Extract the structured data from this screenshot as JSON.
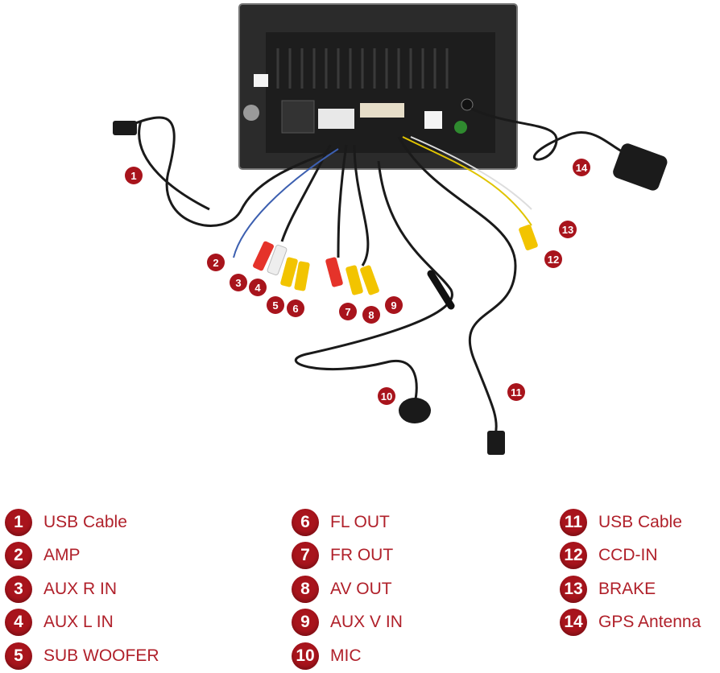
{
  "callouts": [
    {
      "num": "1"
    },
    {
      "num": "2"
    },
    {
      "num": "3"
    },
    {
      "num": "4"
    },
    {
      "num": "5"
    },
    {
      "num": "6"
    },
    {
      "num": "7"
    },
    {
      "num": "8"
    },
    {
      "num": "9"
    },
    {
      "num": "10"
    },
    {
      "num": "11"
    },
    {
      "num": "12"
    },
    {
      "num": "13"
    },
    {
      "num": "14"
    }
  ],
  "legend": {
    "col1": [
      {
        "num": "1",
        "label": "USB Cable"
      },
      {
        "num": "2",
        "label": "AMP"
      },
      {
        "num": "3",
        "label": "AUX R IN"
      },
      {
        "num": "4",
        "label": "AUX L IN"
      },
      {
        "num": "5",
        "label": "SUB WOOFER"
      }
    ],
    "col2": [
      {
        "num": "6",
        "label": "FL OUT"
      },
      {
        "num": "7",
        "label": "FR OUT"
      },
      {
        "num": "8",
        "label": "AV OUT"
      },
      {
        "num": "9",
        "label": "AUX V IN"
      },
      {
        "num": "10",
        "label": "MIC"
      }
    ],
    "col3": [
      {
        "num": "11",
        "label": "USB Cable"
      },
      {
        "num": "12",
        "label": "CCD-IN"
      },
      {
        "num": "13",
        "label": "BRAKE"
      },
      {
        "num": "14",
        "label": "GPS Antenna"
      }
    ]
  },
  "colors": {
    "badge": "#a8141c",
    "label": "#b0202a",
    "cable": "#1a1a1a",
    "rca_red": "#e5332a",
    "rca_yellow": "#f2c400",
    "rca_white": "#eeeeee"
  }
}
